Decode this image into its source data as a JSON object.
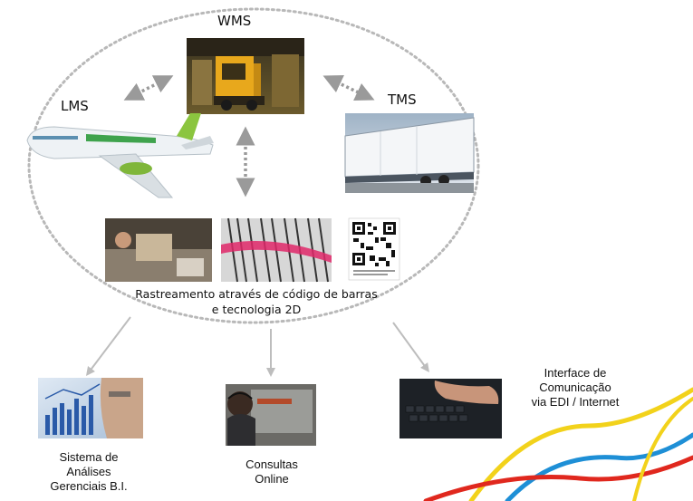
{
  "nodes": {
    "wms": "WMS",
    "lms": "LMS",
    "tms": "TMS"
  },
  "tracking": {
    "line1": "Rastreamento através de código de barras",
    "line2": "e tecnologia 2D"
  },
  "outputs": {
    "bi": [
      "Sistema de",
      "Análises",
      "Gerenciais B.I."
    ],
    "online": [
      "Consultas",
      "Online"
    ],
    "edi": [
      "Interface de",
      "Comunicação",
      "via EDI / Internet"
    ]
  },
  "colors": {
    "ellipse": "#b8b8b8",
    "arrow_gray": "#9a9a9a",
    "connector": "#bdbdbd",
    "wave_yellow": "#f2d21b",
    "wave_blue": "#1e8fd6",
    "wave_red": "#e0281e"
  },
  "icons": {
    "wms_image": "forklift-warehouse-photo",
    "lms_image": "airplane-photo",
    "tms_image": "truck-trailer-photo",
    "tracking_images": [
      "package-scanning-photo",
      "barcode-laser-photo",
      "qr-code-image"
    ],
    "bi_image": "analytics-chart-photo",
    "online_image": "headset-operator-photo",
    "edi_image": "keyboard-typing-photo"
  }
}
